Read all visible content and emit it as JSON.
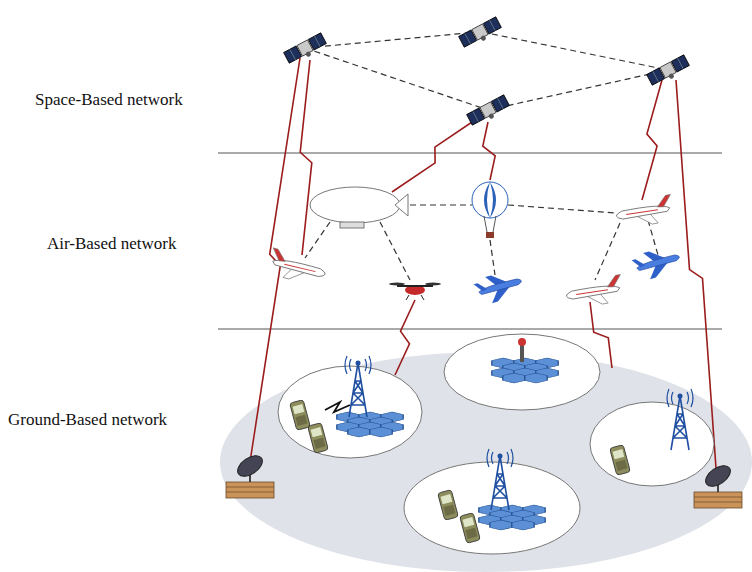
{
  "diagram": {
    "labels": [
      "Space-Based network",
      "Air-Based network",
      "Ground-Based network"
    ]
  }
}
